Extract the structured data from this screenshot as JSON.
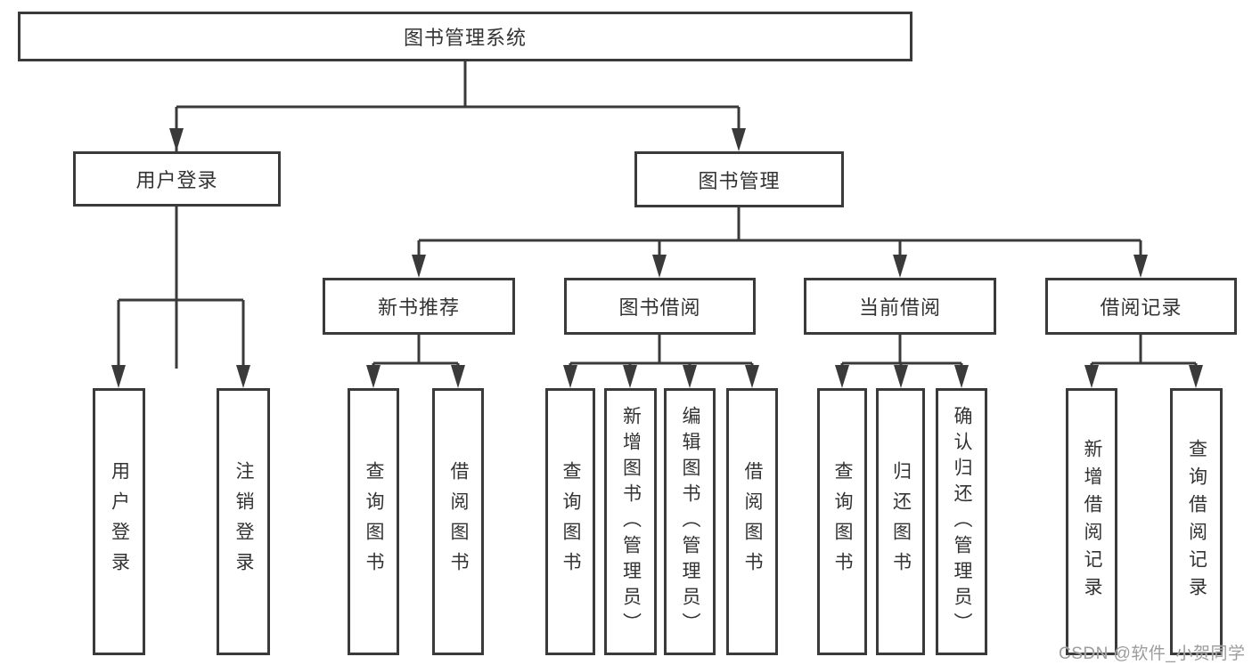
{
  "diagram": {
    "type": "hierarchy-tree",
    "title": "图书管理系统",
    "nodes": {
      "root": {
        "label": "图书管理系统"
      },
      "level2": [
        {
          "label": "用户登录"
        },
        {
          "label": "图书管理"
        }
      ],
      "level3": [
        {
          "label": "新书推荐",
          "parent": "图书管理"
        },
        {
          "label": "图书借阅",
          "parent": "图书管理"
        },
        {
          "label": "当前借阅",
          "parent": "图书管理"
        },
        {
          "label": "借阅记录",
          "parent": "图书管理"
        }
      ],
      "leaves": [
        {
          "label": "用户登录",
          "parent": "用户登录"
        },
        {
          "label": "注销登录",
          "parent": "用户登录"
        },
        {
          "label": "查询图书",
          "parent": "新书推荐"
        },
        {
          "label": "借阅图书",
          "parent": "新书推荐"
        },
        {
          "label": "查询图书",
          "parent": "图书借阅"
        },
        {
          "label": "新增图书（管理员）",
          "parent": "图书借阅"
        },
        {
          "label": "编辑图书（管理员）",
          "parent": "图书借阅"
        },
        {
          "label": "借阅图书",
          "parent": "图书借阅"
        },
        {
          "label": "查询图书",
          "parent": "当前借阅"
        },
        {
          "label": "归还图书",
          "parent": "当前借阅"
        },
        {
          "label": "确认归还（管理员）",
          "parent": "当前借阅"
        },
        {
          "label": "新增借阅记录",
          "parent": "借阅记录"
        },
        {
          "label": "查询借阅记录",
          "parent": "借阅记录"
        }
      ]
    },
    "colors": {
      "line": "#3a3a3a",
      "text": "#333333",
      "watermark": "#9c9c9c",
      "background": "#ffffff"
    },
    "watermark": "CSDN @软件_小贺同学"
  }
}
